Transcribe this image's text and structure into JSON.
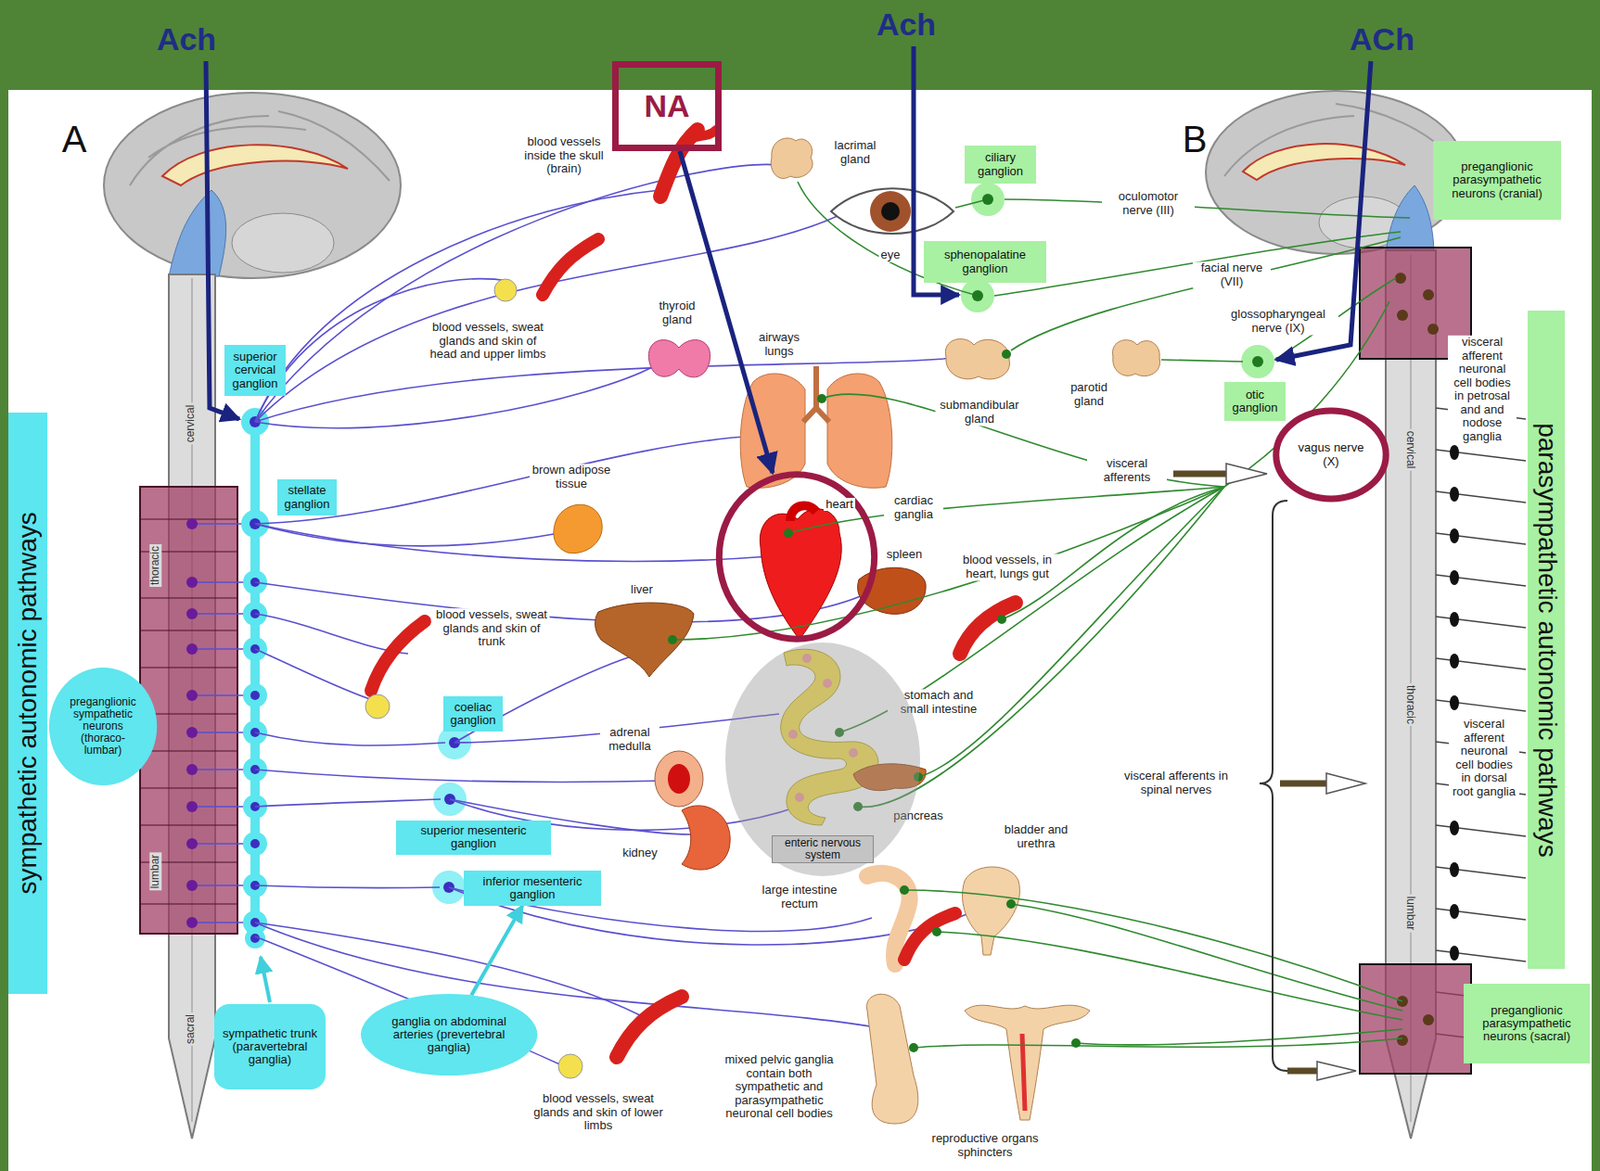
{
  "diagram": {
    "nodes": [
      {
        "text": [
          "NA"
        ]
      },
      {
        "text": [
          "ciliary ganglion"
        ]
      },
      {
        "text": [
          "preganglionic parasympathetic neurons (cranial)"
        ]
      },
      {
        "text": [
          "sphenopalatine ganglion"
        ]
      },
      {
        "text": [
          "superior cervical ganglion"
        ]
      },
      {
        "text": [
          "otic ganglion"
        ]
      },
      {
        "text": [
          "vagus nerve (X)"
        ]
      },
      {
        "text": [
          "stellate ganglion"
        ]
      },
      {
        "text": [
          "heart"
        ]
      },
      {
        "text": [
          "sympathetic autonomic pathways"
        ]
      },
      {
        "text": [
          "parasympathetic autonomic pathways"
        ]
      },
      {
        "text": [
          "preganglionic sympathetic neurons (thoraco-lumbar)"
        ]
      },
      {
        "text": [
          "coeliac ganglion"
        ]
      },
      {
        "text": [
          "superior mesenteric ganglion"
        ]
      },
      {
        "text": [
          "inferior mesenteric ganglion"
        ]
      },
      {
        "text": [
          "enteric nervous system"
        ]
      },
      {
        "text": [
          "preganglionic parasympathetic neurons (sacral)"
        ]
      },
      {
        "text": [
          "sympathetic trunk (paravertebral ganglia)"
        ]
      },
      {
        "text": [
          "ganglia on abdominal arteries (prevertebral ganglia)"
        ]
      }
    ],
    "edges": [
      {
        "from": 0,
        "to": 8,
        "arrow": "to"
      },
      {
        "from": 18,
        "to": 14,
        "arrow": "to"
      }
    ],
    "labels": [
      "Ach",
      "Ach",
      "ACh",
      "A",
      "B",
      "blood vessels inside the skull (brain)",
      "lacrimal gland",
      "oculomotor nerve (III)",
      "eye",
      "facial nerve (VII)",
      "glossopharyngeal nerve (IX)",
      "visceral afferent neuronal cell bodies in petrosal and and nodose ganglia",
      "blood vessels, sweat glands and skin of head and upper limbs",
      "thyroid gland",
      "airways lungs",
      "submandibular gland",
      "parotid gland",
      "cervical",
      "thoracic",
      "lumbar",
      "sacral",
      "cervical",
      "thoracic",
      "lumbar",
      "brown adipose tissue",
      "cardiac ganglia",
      "visceral afferents",
      "spleen",
      "blood vessels, in heart, lungs gut",
      "liver",
      "blood vessels, sweat glands and skin of trunk",
      "stomach and small intestine",
      "adrenal medulla",
      "pancreas",
      "visceral afferent neuronal cell bodies in dorsal root ganglia",
      "visceral afferents in spinal nerves",
      "kidney",
      "bladder and urethra",
      "large intestine rectum",
      "mixed pelvic ganglia contain both sympathetic and parasympathetic neuronal cell bodies",
      "blood vessels, sweat glands and skin of lower limbs",
      "reproductive organs sphincters"
    ]
  }
}
